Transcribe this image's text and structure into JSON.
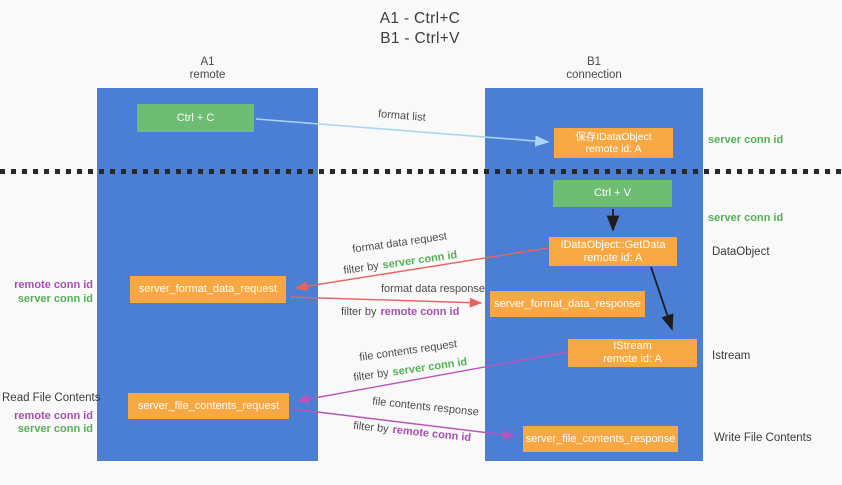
{
  "title": {
    "line1": "A1 - Ctrl+C",
    "line2": "B1 - Ctrl+V"
  },
  "columns": {
    "a": {
      "name": "A1",
      "subtitle": "remote"
    },
    "b": {
      "name": "B1",
      "subtitle": "connection"
    }
  },
  "boxes": {
    "ctrl_c": {
      "label": "Ctrl + C"
    },
    "save_dataobject": {
      "line1": "保存IDataObject",
      "line2": "remote id: A"
    },
    "ctrl_v": {
      "label": "Ctrl + V"
    },
    "getdata": {
      "line1": "IDataObject::GetData",
      "line2": "remote id: A"
    },
    "istream": {
      "line1": "IStream",
      "line2": "remote id: A"
    },
    "format_request": {
      "label": "server_format_data_request"
    },
    "format_response": {
      "label": "server_format_data_response"
    },
    "file_request": {
      "label": "server_file_contents_request"
    },
    "file_response": {
      "label": "server_file_contents_response"
    }
  },
  "arrow_labels": {
    "format_list": "format list",
    "format_data_request": "format data request",
    "format_data_response": "format data response",
    "file_contents_request": "file contents request",
    "file_contents_response": "file contents response",
    "filter_by": "filter by",
    "server_conn_id": "server conn id",
    "remote_conn_id": "remote conn id"
  },
  "side_labels": {
    "right_server_conn_1": "server conn id",
    "right_server_conn_2": "server conn id",
    "dataobject": "DataObject",
    "istream": "Istream",
    "write_file_contents": "Write File Contents",
    "read_file_contents": "Read File Contents",
    "left_remote_conn_1": "remote conn id",
    "left_server_conn_1": "server conn id",
    "left_remote_conn_2": "remote conn id",
    "left_server_conn_2": "server conn id"
  },
  "colors": {
    "column_blue": "#4a7fd5",
    "action_green": "#6fbd72",
    "message_orange": "#f7a843",
    "server_conn_green": "#53b053",
    "remote_conn_purple": "#a64fae",
    "request_arrow_red": "#e8635a",
    "format_list_blue": "#a9d5f5",
    "file_arrow_magenta": "#bb55bb"
  }
}
